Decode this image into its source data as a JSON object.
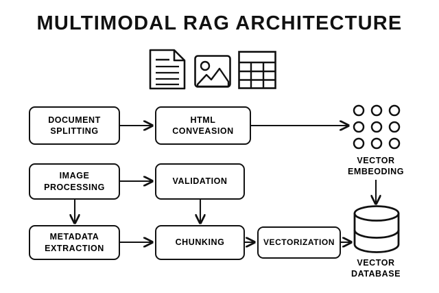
{
  "diagram": {
    "title": "MULTIMODAL RAG ARCHITECTURE",
    "background_color": "#ffffff",
    "stroke_color": "#111111",
    "input_icons": [
      {
        "name": "document-icon",
        "label": "document"
      },
      {
        "name": "image-icon",
        "label": "image"
      },
      {
        "name": "table-icon",
        "label": "table"
      }
    ],
    "nodes": [
      {
        "id": "document-splitting",
        "label": "DOCUMENT\nSPLITTING",
        "shape": "rounded-rect"
      },
      {
        "id": "html-conveasion",
        "label": "HTML\nCONVEASION",
        "shape": "rounded-rect"
      },
      {
        "id": "image-processing",
        "label": "IMAGE\nPROCESSING",
        "shape": "rounded-rect"
      },
      {
        "id": "validation",
        "label": "VALIDATION",
        "shape": "rounded-rect"
      },
      {
        "id": "metadata-extraction",
        "label": "METADATA\nEXTRACTION",
        "shape": "rounded-rect"
      },
      {
        "id": "chunking",
        "label": "CHUNKING",
        "shape": "rounded-rect"
      },
      {
        "id": "vectorization",
        "label": "VECTORIZATION",
        "shape": "rounded-rect"
      }
    ],
    "captions": [
      {
        "id": "vector-embeoding",
        "label": "VECTOR\nEMBEODING",
        "icon": "circle-grid-3x3"
      },
      {
        "id": "vector-database",
        "label": "VECTOR\nDATABASE",
        "icon": "cylinder-database"
      }
    ],
    "edges": [
      {
        "from": "document-splitting",
        "to": "html-conveasion",
        "direction": "right"
      },
      {
        "from": "html-conveasion",
        "to": "vector-embeoding",
        "direction": "right"
      },
      {
        "from": "image-processing",
        "to": "validation",
        "direction": "right"
      },
      {
        "from": "image-processing",
        "to": "metadata-extraction",
        "direction": "down"
      },
      {
        "from": "validation",
        "to": "chunking",
        "direction": "down"
      },
      {
        "from": "metadata-extraction",
        "to": "chunking",
        "direction": "right"
      },
      {
        "from": "chunking",
        "to": "vectorization",
        "direction": "right"
      },
      {
        "from": "vectorization",
        "to": "vector-database",
        "direction": "right"
      },
      {
        "from": "vector-embeoding",
        "to": "vector-database",
        "direction": "down"
      }
    ]
  }
}
